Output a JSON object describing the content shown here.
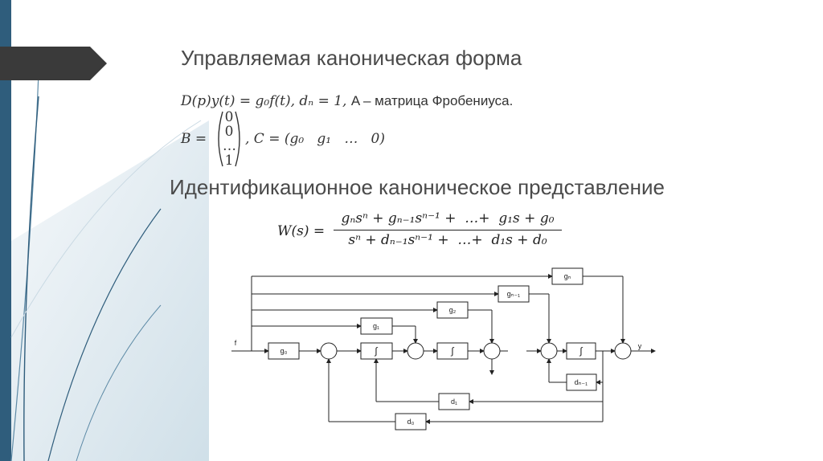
{
  "slide": {
    "heading_1": "Управляемая каноническая форма",
    "eq_line_1": {
      "formula": "D(p)y(t) = g₀f(t), dₙ = 1,",
      "text": "A – матрица Фробениуса."
    },
    "eq_line_2": {
      "b_label": "B =",
      "b_vector": [
        "0",
        "0",
        "…",
        "1"
      ],
      "c_label": ", C = (g₀   g₁   …   0)"
    },
    "heading_2": "Идентификационное каноническое представление",
    "transfer_function": {
      "lhs": "W(s) =",
      "numerator": "gₙsⁿ + gₙ₋₁sⁿ⁻¹ +  …+  g₁s + g₀",
      "denominator": "sⁿ + dₙ₋₁sⁿ⁻¹ +  …+  d₁s + d₀"
    }
  },
  "block_diagram": {
    "input_label": "f",
    "output_label": "y",
    "blocks": {
      "g0": "g₀",
      "g1": "g₁",
      "g2": "g₂",
      "gn1": "gₙ₋₁",
      "gn": "gₙ",
      "int1": "∫",
      "int2": "∫",
      "int3": "∫",
      "d0": "d₀",
      "d1": "d₁",
      "dn1": "dₙ₋₁"
    }
  },
  "colors": {
    "sidebar_dark": "#1f4e79",
    "ribbon": "#404040",
    "text": "#4a4a4a"
  }
}
